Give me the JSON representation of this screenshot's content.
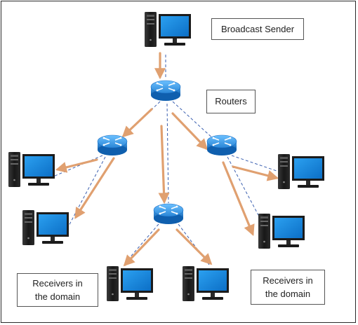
{
  "diagram": {
    "labels": {
      "sender": "Broadcast Sender",
      "routers": "Routers",
      "receivers_left": "Receivers in\nthe domain",
      "receivers_right": "Receivers in\nthe domain"
    },
    "colors": {
      "arrow": "#e0a070",
      "dashed_link": "#3a5fb0",
      "router_body": "#1f7fd0",
      "monitor_screen": "#1a8fe0",
      "tower": "#1c1c1c"
    },
    "nodes": [
      {
        "id": "sender",
        "kind": "computer",
        "icon": "desktop-computer-icon"
      },
      {
        "id": "router-top",
        "kind": "router",
        "icon": "router-icon"
      },
      {
        "id": "router-left",
        "kind": "router",
        "icon": "router-icon"
      },
      {
        "id": "router-right",
        "kind": "router",
        "icon": "router-icon"
      },
      {
        "id": "router-bottom",
        "kind": "router",
        "icon": "router-icon"
      },
      {
        "id": "pc-left-1",
        "kind": "computer",
        "icon": "desktop-computer-icon"
      },
      {
        "id": "pc-left-2",
        "kind": "computer",
        "icon": "desktop-computer-icon"
      },
      {
        "id": "pc-right-1",
        "kind": "computer",
        "icon": "desktop-computer-icon"
      },
      {
        "id": "pc-right-2",
        "kind": "computer",
        "icon": "desktop-computer-icon"
      },
      {
        "id": "pc-bottom-1",
        "kind": "computer",
        "icon": "desktop-computer-icon"
      },
      {
        "id": "pc-bottom-2",
        "kind": "computer",
        "icon": "desktop-computer-icon"
      }
    ],
    "links": [
      {
        "from": "sender",
        "to": "router-top"
      },
      {
        "from": "router-top",
        "to": "router-left"
      },
      {
        "from": "router-top",
        "to": "router-right"
      },
      {
        "from": "router-top",
        "to": "router-bottom"
      },
      {
        "from": "router-left",
        "to": "pc-left-1"
      },
      {
        "from": "router-left",
        "to": "pc-left-2"
      },
      {
        "from": "router-right",
        "to": "pc-right-1"
      },
      {
        "from": "router-right",
        "to": "pc-right-2"
      },
      {
        "from": "router-bottom",
        "to": "pc-bottom-1"
      },
      {
        "from": "router-bottom",
        "to": "pc-bottom-2"
      }
    ]
  }
}
